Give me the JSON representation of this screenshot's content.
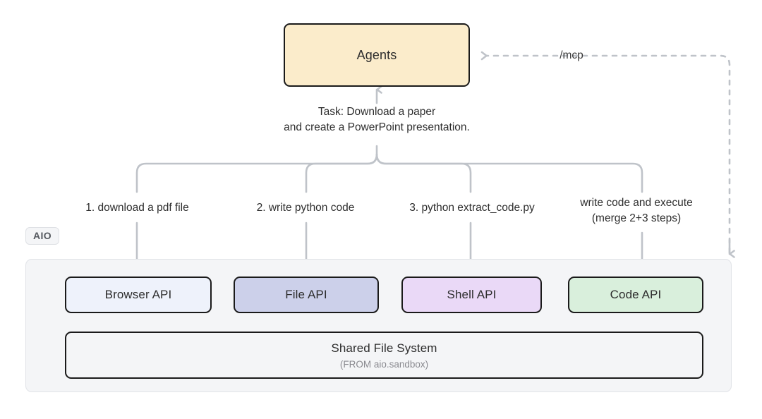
{
  "diagram": {
    "title_node": {
      "label": "Agents"
    },
    "task_caption": "Task: Download a paper\nand create a PowerPoint presentation.",
    "mcp_label": "/mcp",
    "container": {
      "badge": "AIO",
      "api_boxes": [
        {
          "id": "browser",
          "label": "Browser API",
          "color": "#eef2fb"
        },
        {
          "id": "file",
          "label": "File API",
          "color": "#ccd0ea"
        },
        {
          "id": "shell",
          "label": "Shell API",
          "color": "#ead9f7"
        },
        {
          "id": "code",
          "label": "Code API",
          "color": "#d9efdc"
        }
      ],
      "shared_fs": {
        "label": "Shared File System",
        "sublabel": "(FROM aio.sandbox)"
      }
    },
    "step_labels": [
      {
        "id": "step1",
        "text": "1. download a pdf file"
      },
      {
        "id": "step2",
        "text": "2. write python code"
      },
      {
        "id": "step3",
        "text": "3. python extract_code.py"
      },
      {
        "id": "step4",
        "text": "write code and execute\n(merge 2+3 steps)"
      }
    ],
    "colors": {
      "agents_fill": "#fbeccb",
      "container_fill": "#f4f5f7",
      "node_stroke": "#1a1a1a",
      "edge_stroke": "#bfc3c9"
    }
  }
}
